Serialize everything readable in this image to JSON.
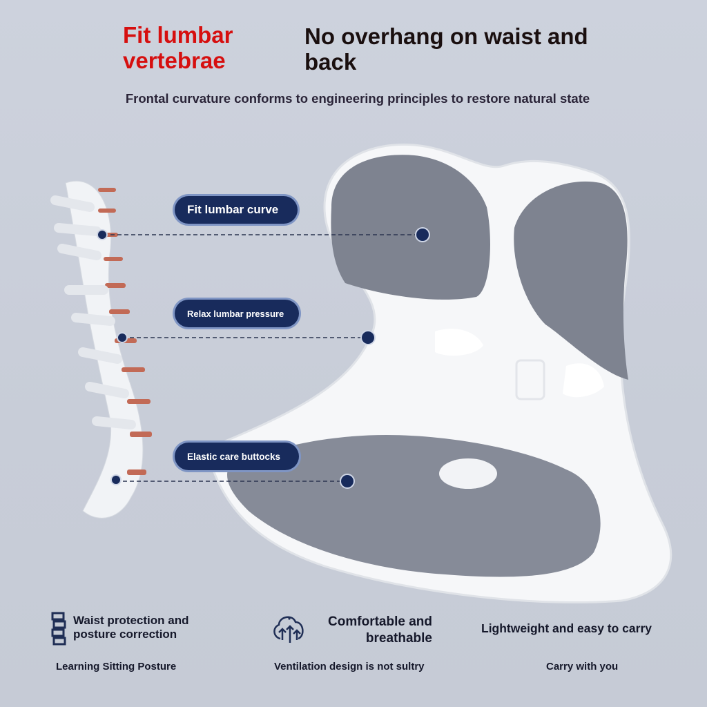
{
  "headline": {
    "left": "Fit lumbar vertebrae",
    "right": "No overhang on waist and back"
  },
  "subtitle": "Frontal curvature conforms to engineering principles to restore natural state",
  "callouts": [
    {
      "label": "Fit lumbar curve"
    },
    {
      "label": "Relax lumbar pressure"
    },
    {
      "label": "Elastic care buttocks"
    }
  ],
  "features": [
    {
      "icon": "spine-icon",
      "title": "Waist protection and posture correction",
      "caption": "Learning Sitting Posture"
    },
    {
      "icon": "breathable-trees-icon",
      "title": "Comfortable and breathable",
      "caption": "Ventilation design is not sultry"
    },
    {
      "icon": "",
      "title": "Lightweight and easy to carry",
      "caption": "Carry with you"
    }
  ],
  "colors": {
    "accent_red": "#d60f0f",
    "pill": "#182b5c",
    "background": "#c9ced9"
  }
}
